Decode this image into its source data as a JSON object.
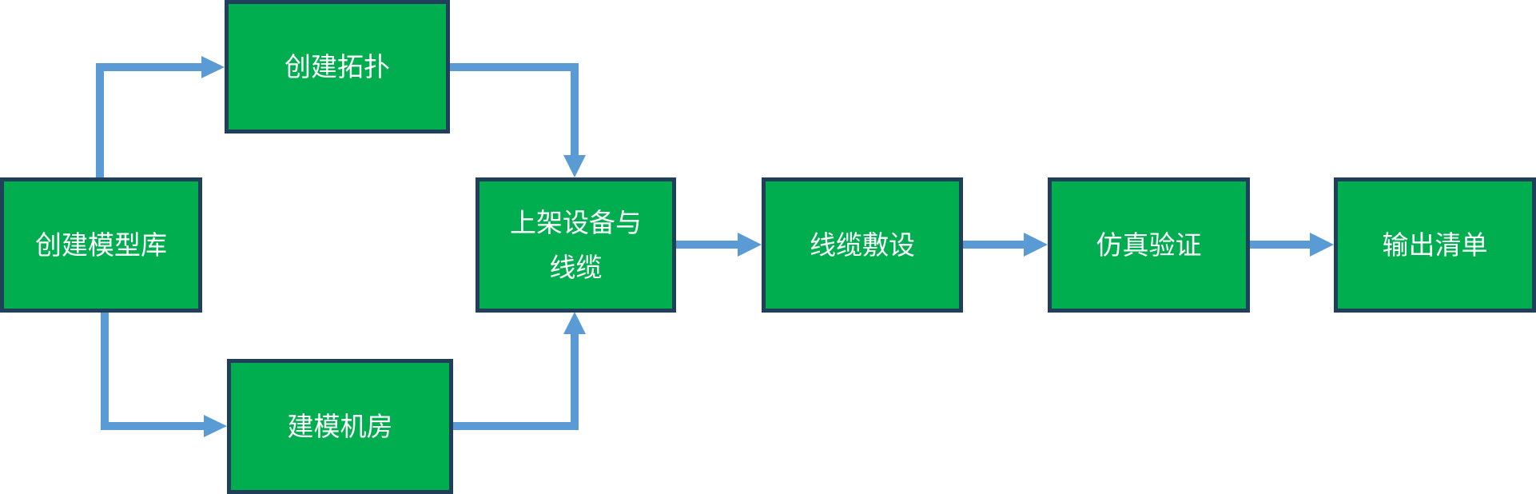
{
  "diagram": {
    "type": "flowchart",
    "colors": {
      "node_fill": "#00AE4F",
      "node_border": "#203F5A",
      "node_text": "#FFFFFF",
      "arrow": "#5B9BD5"
    },
    "nodes": [
      {
        "id": "n1",
        "label": "创建模型库"
      },
      {
        "id": "n2",
        "label": "创建拓扑"
      },
      {
        "id": "n3",
        "label": "建模机房"
      },
      {
        "id": "n4",
        "label": "上架设备与线缆"
      },
      {
        "id": "n5",
        "label": "线缆敷设"
      },
      {
        "id": "n6",
        "label": "仿真验证"
      },
      {
        "id": "n7",
        "label": "输出清单"
      }
    ],
    "edges": [
      {
        "from": "n1",
        "to": "n2"
      },
      {
        "from": "n1",
        "to": "n3"
      },
      {
        "from": "n2",
        "to": "n4"
      },
      {
        "from": "n3",
        "to": "n4"
      },
      {
        "from": "n4",
        "to": "n5"
      },
      {
        "from": "n5",
        "to": "n6"
      },
      {
        "from": "n6",
        "to": "n7"
      }
    ]
  }
}
